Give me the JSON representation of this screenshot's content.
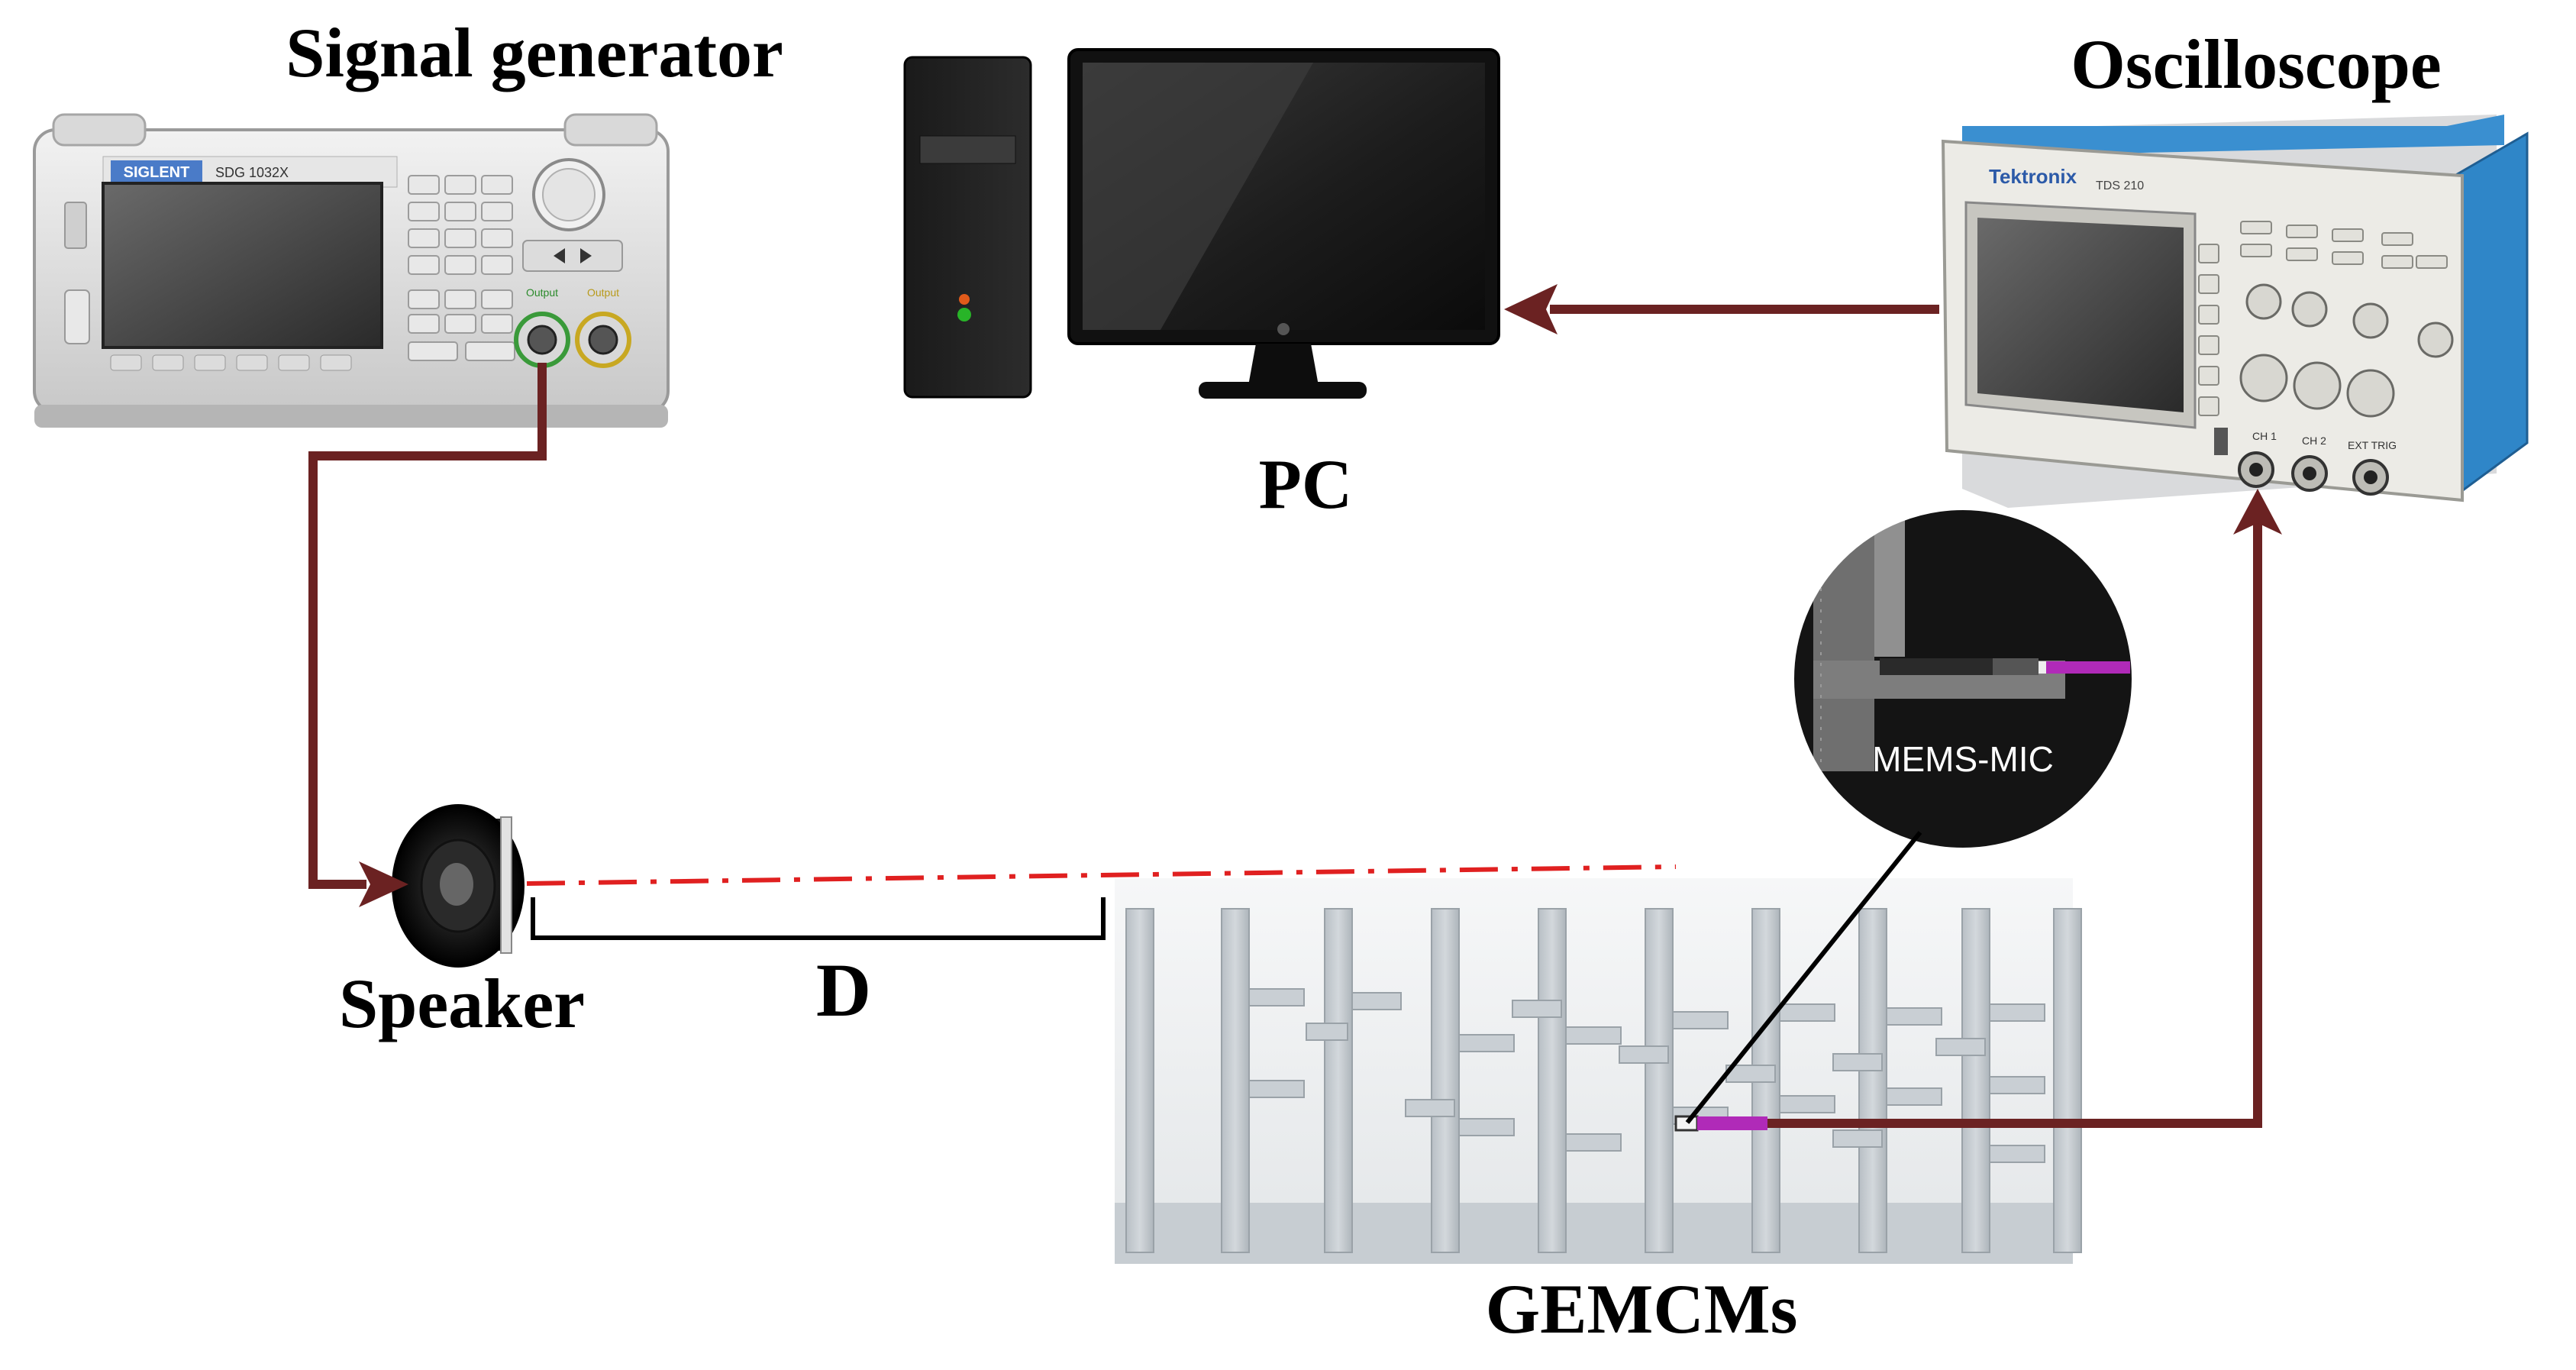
{
  "labels": {
    "signal_generator": "Signal generator",
    "pc": "PC",
    "oscilloscope": "Oscilloscope",
    "speaker": "Speaker",
    "distance": "D",
    "gemcms": "GEMCMs",
    "mems_mic": "MEMS-MIC"
  },
  "device_text": {
    "siglent_brand": "SIGLENT",
    "siglent_model": "SDG 1032X",
    "tektronix_brand": "Tektronix",
    "tektronix_model": "TDS 210",
    "ch1": "CH 1",
    "ch2": "CH 2",
    "ext_trig": "EXT TRIG",
    "output1": "Output",
    "output2": "Output"
  },
  "colors": {
    "cable": "#6b2222",
    "sound_line": "#e02020",
    "gemcm_body": "#c9cfd4",
    "mic_tape": "#b02ab8",
    "scope_blue": "#2f86c8"
  }
}
